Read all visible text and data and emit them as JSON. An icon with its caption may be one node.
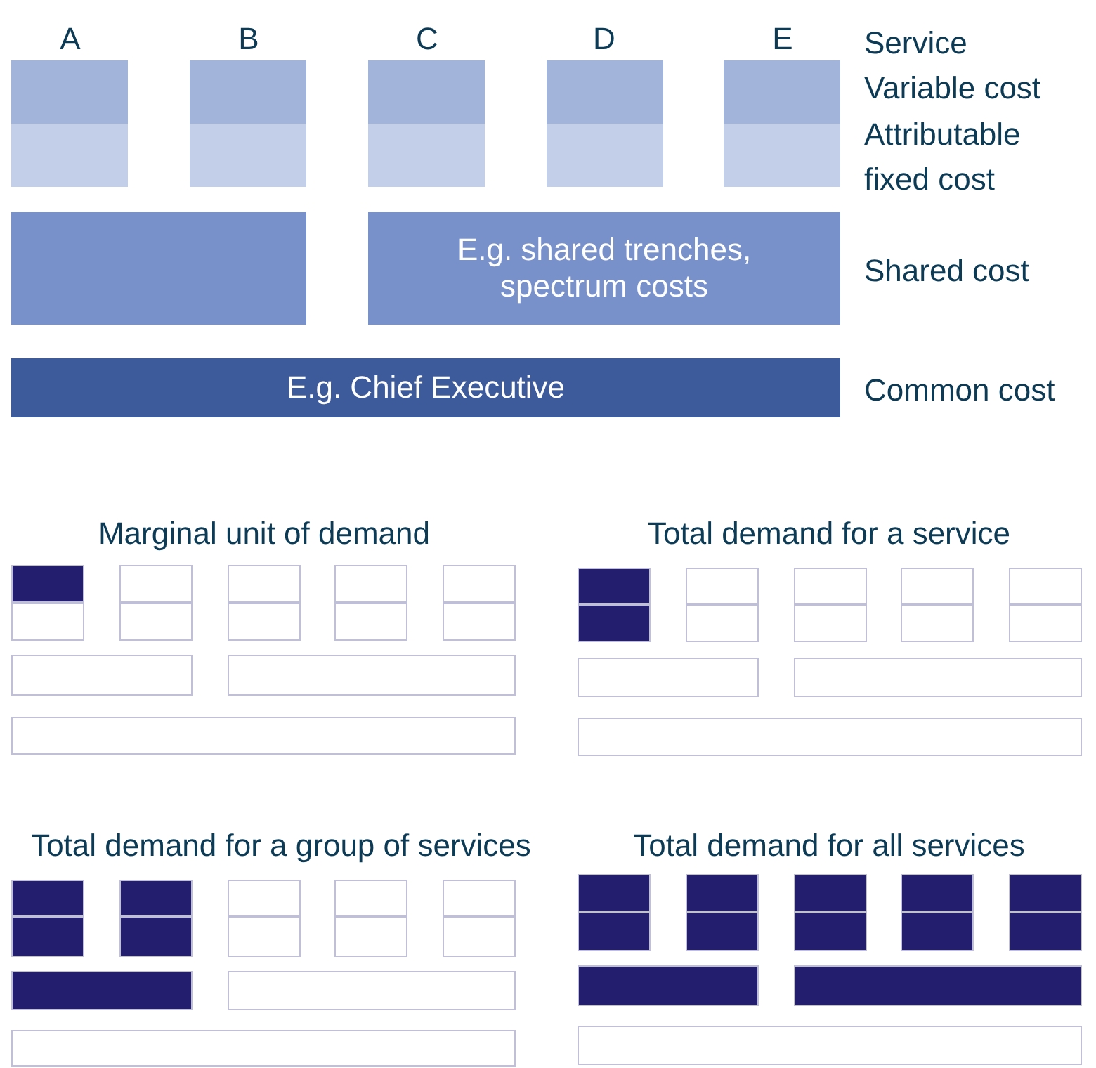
{
  "diagram": {
    "nodes": [
      {
        "text": [],
        "shape": "box"
      },
      {
        "text": [],
        "shape": "box"
      },
      {
        "text": [],
        "shape": "box"
      },
      {
        "text": [],
        "shape": "box"
      },
      {
        "text": [],
        "shape": "box"
      },
      {
        "text": [],
        "shape": "box"
      },
      {
        "text": [],
        "shape": "box"
      },
      {
        "text": [],
        "shape": "box"
      },
      {
        "text": [],
        "shape": "box"
      },
      {
        "text": [],
        "shape": "box"
      },
      {
        "text": [],
        "shape": "box"
      },
      {
        "text": [
          "E.g. shared trenches, spectrum costs"
        ]
      },
      {
        "text": [
          "E.g. Chief Executive"
        ]
      },
      {
        "text": [],
        "shape": "box"
      },
      {
        "text": [],
        "shape": "box"
      },
      {
        "text": [],
        "shape": "box"
      },
      {
        "text": [],
        "shape": "box"
      },
      {
        "text": [],
        "shape": "box"
      },
      {
        "text": [],
        "shape": "box"
      },
      {
        "text": [],
        "shape": "box"
      },
      {
        "text": [],
        "shape": "box"
      },
      {
        "text": [],
        "shape": "box"
      },
      {
        "text": [],
        "shape": "box"
      },
      {
        "text": [],
        "shape": "box"
      },
      {
        "text": [],
        "shape": "box"
      },
      {
        "text": [],
        "shape": "box"
      },
      {
        "text": [],
        "shape": "box"
      },
      {
        "text": [],
        "shape": "box"
      },
      {
        "text": [],
        "shape": "box"
      },
      {
        "text": [],
        "shape": "box"
      },
      {
        "text": [],
        "shape": "box"
      },
      {
        "text": [],
        "shape": "box"
      },
      {
        "text": [],
        "shape": "box"
      },
      {
        "text": [],
        "shape": "box"
      },
      {
        "text": [],
        "shape": "box"
      },
      {
        "text": [],
        "shape": "box"
      },
      {
        "text": [],
        "shape": "box"
      },
      {
        "text": [],
        "shape": "box"
      },
      {
        "text": [],
        "shape": "box"
      },
      {
        "text": [],
        "shape": "box"
      },
      {
        "text": [],
        "shape": "box"
      },
      {
        "text": [],
        "shape": "box"
      },
      {
        "text": [],
        "shape": "box"
      },
      {
        "text": [],
        "shape": "box"
      },
      {
        "text": [],
        "shape": "box"
      },
      {
        "text": [],
        "shape": "box"
      },
      {
        "text": [],
        "shape": "box"
      },
      {
        "text": [],
        "shape": "box"
      },
      {
        "text": [],
        "shape": "box"
      },
      {
        "text": [],
        "shape": "box"
      },
      {
        "text": [],
        "shape": "box"
      },
      {
        "text": [],
        "shape": "box"
      },
      {
        "text": [],
        "shape": "box"
      },
      {
        "text": [],
        "shape": "box"
      },
      {
        "text": [],
        "shape": "box"
      },
      {
        "text": [],
        "shape": "box"
      },
      {
        "text": [],
        "shape": "box"
      },
      {
        "text": [],
        "shape": "box"
      },
      {
        "text": [],
        "shape": "box"
      },
      {
        "text": [],
        "shape": "box"
      },
      {
        "text": [],
        "shape": "box"
      },
      {
        "text": [],
        "shape": "box"
      },
      {
        "text": [],
        "shape": "box"
      },
      {
        "text": [],
        "shape": "box"
      },
      {
        "text": [],
        "shape": "box"
      }
    ],
    "labels": [
      "A",
      "B",
      "C",
      "D",
      "E",
      "Service",
      "Variable cost",
      "Attributable fixed cost",
      "Shared cost",
      "Common cost",
      "Marginal unit of demand",
      "Total demand for a service",
      "Total demand for a group of services",
      "Total demand for all services"
    ]
  }
}
